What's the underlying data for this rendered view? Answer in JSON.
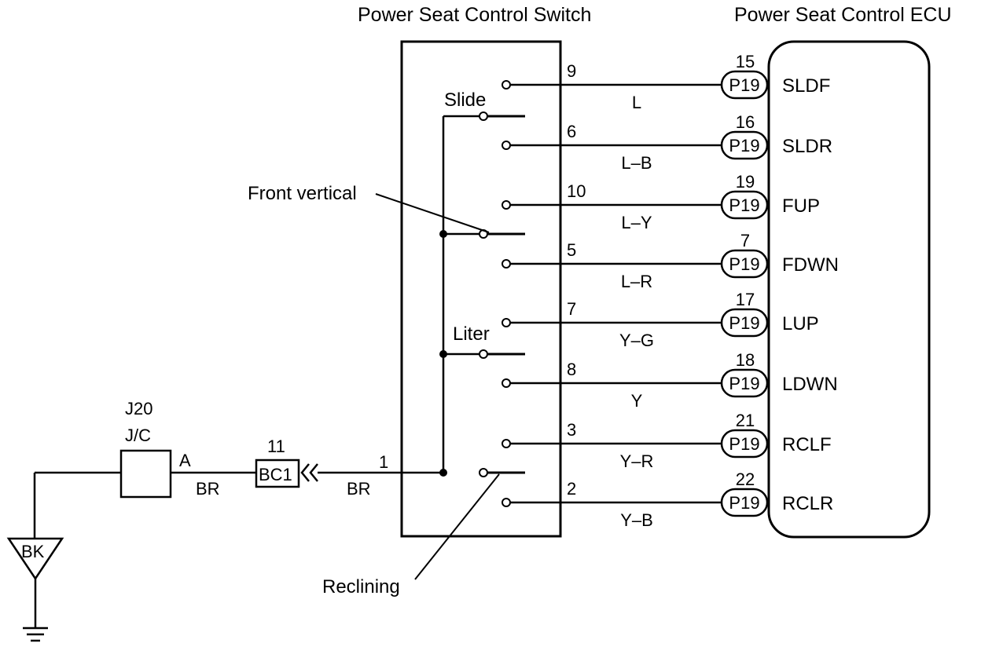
{
  "switch": {
    "title": "Power Seat Control Switch",
    "labels": {
      "slide": "Slide",
      "front_vertical": "Front vertical",
      "liter": "Liter",
      "reclining": "Reclining"
    },
    "common_pin": "1"
  },
  "ecu": {
    "title": "Power Seat Control ECU",
    "connector": "P19",
    "rows": [
      {
        "switch_pin": "9",
        "wire": "L",
        "ecu_pin": "15",
        "signal": "SLDF"
      },
      {
        "switch_pin": "6",
        "wire": "L–B",
        "ecu_pin": "16",
        "signal": "SLDR"
      },
      {
        "switch_pin": "10",
        "wire": "L–Y",
        "ecu_pin": "19",
        "signal": "FUP"
      },
      {
        "switch_pin": "5",
        "wire": "L–R",
        "ecu_pin": "7",
        "signal": "FDWN"
      },
      {
        "switch_pin": "7",
        "wire": "Y–G",
        "ecu_pin": "17",
        "signal": "LUP"
      },
      {
        "switch_pin": "8",
        "wire": "Y",
        "ecu_pin": "18",
        "signal": "LDWN"
      },
      {
        "switch_pin": "3",
        "wire": "Y–R",
        "ecu_pin": "21",
        "signal": "RCLF"
      },
      {
        "switch_pin": "2",
        "wire": "Y–B",
        "ecu_pin": "22",
        "signal": "RCLR"
      }
    ]
  },
  "junction": {
    "id": "J20",
    "type": "J/C",
    "pin": "A",
    "wire_left": "BR"
  },
  "connector_bc": {
    "pin": "11",
    "name": "BC1",
    "wire_right": "BR"
  },
  "ground": {
    "label": "BK"
  }
}
